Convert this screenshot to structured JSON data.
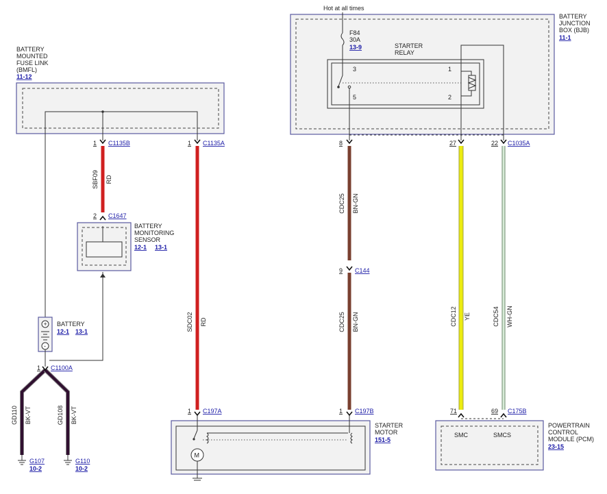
{
  "header": {
    "hot_at_all_times": "Hot at all times"
  },
  "bmfl": {
    "name_lines": [
      "BATTERY",
      "MOUNTED",
      "FUSE LINK",
      "(BMFL)"
    ],
    "ref": "11-12"
  },
  "bjb": {
    "name_lines": [
      "BATTERY",
      "JUNCTION",
      "BOX (BJB)"
    ],
    "ref": "11-1",
    "fuse_lines": [
      "F84",
      "30A"
    ],
    "fuse_ref": "13-9",
    "relay_lines": [
      "STARTER",
      "RELAY"
    ],
    "relay_pins": [
      "3",
      "1",
      "5",
      "2"
    ]
  },
  "bms": {
    "name_lines": [
      "BATTERY",
      "MONITORING",
      "SENSOR"
    ],
    "refs": [
      "12-1",
      "13-1"
    ]
  },
  "battery": {
    "name": "BATTERY",
    "refs": [
      "12-1",
      "13-1"
    ],
    "plus": "+",
    "minus": "-"
  },
  "starter": {
    "name_lines": [
      "STARTER",
      "MOTOR"
    ],
    "ref": "151-5",
    "motor_symbol": "M"
  },
  "pcm": {
    "name_lines": [
      "POWERTRAIN",
      "CONTROL",
      "MODULE (PCM)"
    ],
    "ref": "23-15",
    "pins": [
      "SMC",
      "SMCS"
    ]
  },
  "connectors": [
    {
      "pin": "1",
      "name": "C1135B"
    },
    {
      "pin": "1",
      "name": "C1135A"
    },
    {
      "pin": "2",
      "name": "C1647"
    },
    {
      "pin": "1",
      "name": "C1100A"
    },
    {
      "pin": "1",
      "name": "C197A"
    },
    {
      "pin": "8",
      "name": ""
    },
    {
      "pin": "9",
      "name": "C144"
    },
    {
      "pin": "1",
      "name": "C197B"
    },
    {
      "pin": "27",
      "name": ""
    },
    {
      "pin": "22",
      "name": "C1035A"
    },
    {
      "pin": "71",
      "name": ""
    },
    {
      "pin": "69",
      "name": "C175B"
    }
  ],
  "wires": [
    {
      "circuit": "SBF09",
      "color": "RD",
      "hex": "#d02020"
    },
    {
      "circuit": "SDC02",
      "color": "RD",
      "hex": "#d02020"
    },
    {
      "circuit": "CDC25",
      "color": "BN-GN",
      "hex": "#7a4030"
    },
    {
      "circuit": "CDC25",
      "color": "BN-GN",
      "hex": "#7a4030"
    },
    {
      "circuit": "CDC12",
      "color": "YE",
      "hex": "#ecec10"
    },
    {
      "circuit": "CDC54",
      "color": "WH-GN",
      "hex": "#d8ecd8"
    },
    {
      "circuit": "GD110",
      "color": "BK-VT",
      "hex": "#301030"
    },
    {
      "circuit": "GD108",
      "color": "BK-VT",
      "hex": "#301030"
    }
  ],
  "grounds": [
    {
      "name": "G107",
      "ref": "10-2"
    },
    {
      "name": "G110",
      "ref": "10-2"
    }
  ]
}
